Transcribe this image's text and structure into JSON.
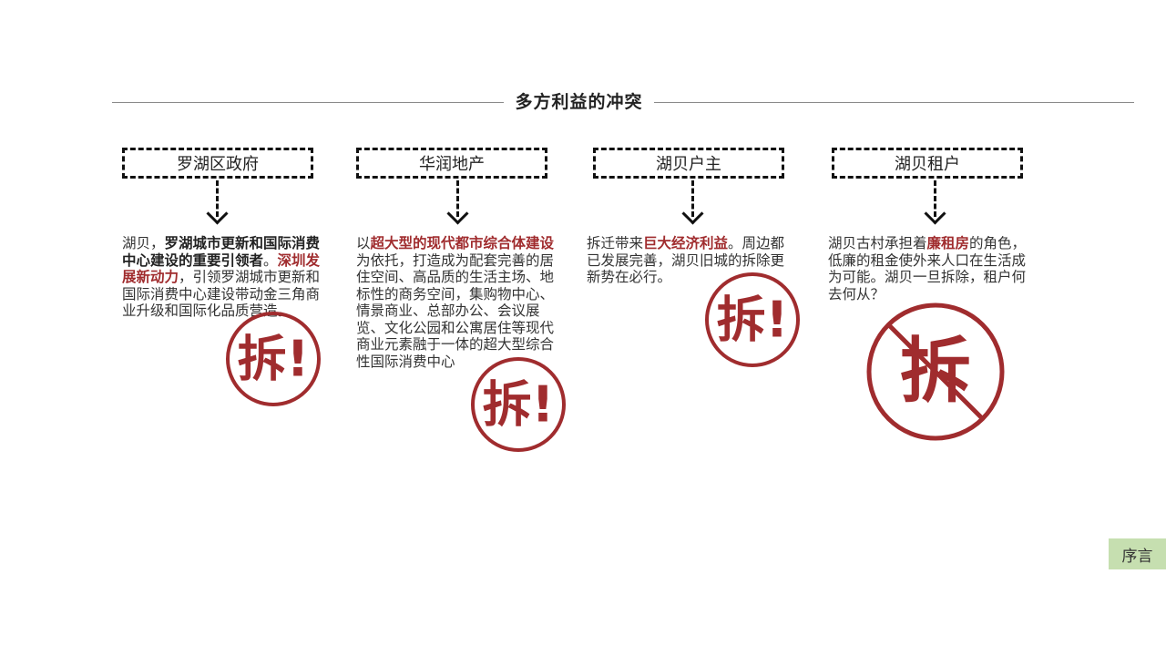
{
  "title": "多方利益的冲突",
  "colors": {
    "accent_red": "#a02c2e",
    "footer_bg": "#c6dfb0"
  },
  "columns": [
    {
      "box_label": "罗湖区政府",
      "text": [
        {
          "t": "湖贝，"
        },
        {
          "t": "罗湖城市更新和国际消费中心建设的重要引领者",
          "s": "b"
        },
        {
          "t": "。"
        },
        {
          "t": "深圳发展新动力",
          "s": "hl"
        },
        {
          "t": "，引领罗湖城市更新和国际消费中心建设带动金三角商业升级和国际化品质营造。"
        }
      ],
      "stamp_text": "拆!"
    },
    {
      "box_label": "华润地产",
      "text": [
        {
          "t": "以"
        },
        {
          "t": "超大型的现代都市综合体建设",
          "s": "hl"
        },
        {
          "t": "为依托，打造成为配套完善的居住空间、高品质的生活主场、地标性的商务空间，集购物中心、情景商业、总部办公、会议展览、文化公园和公寓居住等现代商业元素融于一体的超大型综合性国际消费中心"
        }
      ],
      "stamp_text": "拆!"
    },
    {
      "box_label": "湖贝户主",
      "text": [
        {
          "t": "拆迁带来"
        },
        {
          "t": "巨大经济利益",
          "s": "hl"
        },
        {
          "t": "。周边都已发展完善，湖贝旧城的拆除更新势在必行。"
        }
      ],
      "stamp_text": "拆!"
    },
    {
      "box_label": "湖贝租户",
      "text": [
        {
          "t": "湖贝古村承担着"
        },
        {
          "t": "廉租房",
          "s": "hl"
        },
        {
          "t": "的角色，低廉的租金使外来人口在生活成为可能。湖贝一旦拆除，租户何去何从？"
        }
      ],
      "stamp_text": "拆",
      "stamp_crossed": true
    }
  ],
  "footer_label": "序言"
}
